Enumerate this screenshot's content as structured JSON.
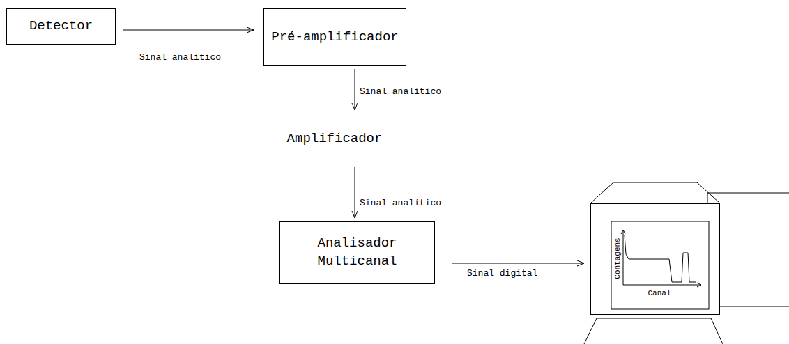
{
  "diagram": {
    "nodes": [
      {
        "text": [
          "Detector"
        ]
      },
      {
        "text": [
          "Pré-amplificador"
        ]
      },
      {
        "text": [
          "Amplificador"
        ]
      },
      {
        "text": [
          "Analisador Multicanal"
        ]
      },
      {
        "text": [
          "Contagens",
          "Canal"
        ]
      }
    ],
    "edges": [
      {
        "from": 0,
        "to": 1,
        "label": "Sinal analítico",
        "arrow": "to"
      },
      {
        "from": 1,
        "to": 2,
        "label": "Sinal analítico",
        "arrow": "to"
      },
      {
        "from": 2,
        "to": 3,
        "label": "Sinal analítico",
        "arrow": "to"
      },
      {
        "from": 3,
        "to": 4,
        "label": "Sinal digital",
        "arrow": "to"
      }
    ]
  }
}
